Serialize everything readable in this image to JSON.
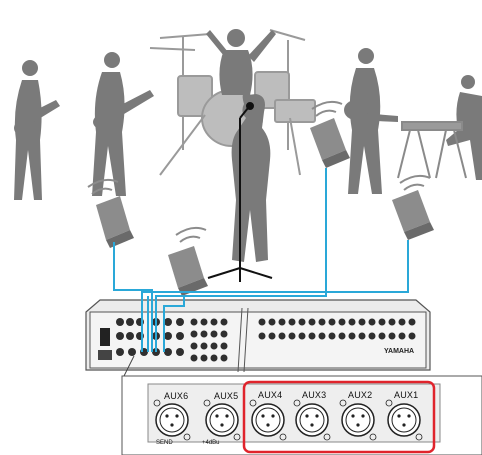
{
  "panel": {
    "jacks": [
      {
        "label": "AUX6"
      },
      {
        "label": "AUX5"
      },
      {
        "label": "AUX4"
      },
      {
        "label": "AUX3"
      },
      {
        "label": "AUX2"
      },
      {
        "label": "AUX1"
      }
    ],
    "send_label": "SEND",
    "level_label": "+4dBu"
  },
  "mixer": {
    "brand": "YAMAHA"
  },
  "colors": {
    "cable": "#2aa8d8",
    "highlight": "#e0242c",
    "silhouette": "#7a7a7a",
    "monitor": "#8c8c8c"
  }
}
